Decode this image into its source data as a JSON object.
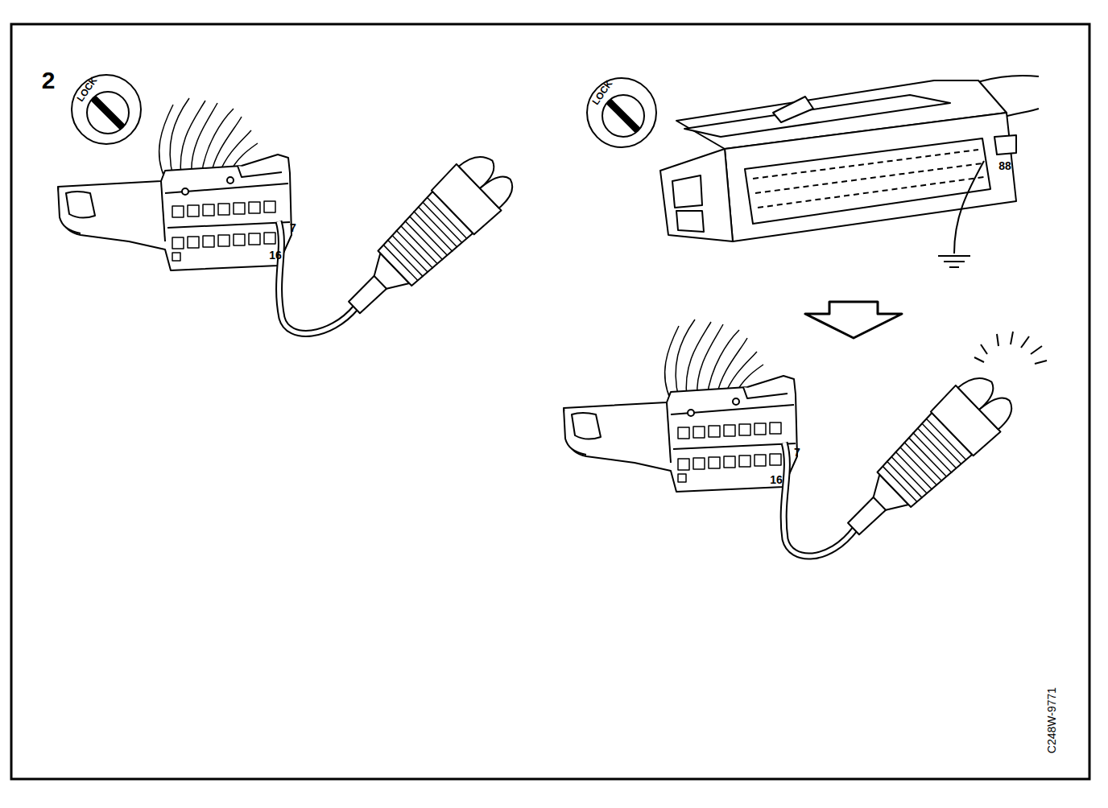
{
  "diagram": {
    "labels": [
      "2",
      "LOCK",
      "7",
      "16",
      "LOCK",
      "88",
      "7",
      "16",
      "C248W-9771"
    ]
  }
}
